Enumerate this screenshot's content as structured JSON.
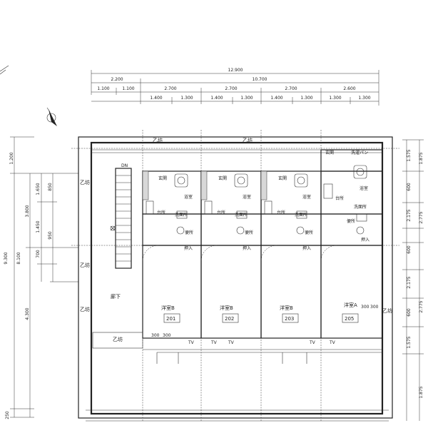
{
  "dimensions": {
    "top_total": "12.900",
    "top_left": "2.200",
    "top_right": "10.700",
    "top_row3": [
      "1.100",
      "1.100",
      "2.700",
      "2.700",
      "2.700",
      "2.600"
    ],
    "top_row4": [
      "1.400",
      "1.300",
      "1.400",
      "1.300",
      "1.400",
      "1.300",
      "1.300",
      "1.300"
    ],
    "left_total": "9.300",
    "left_a": [
      "1.200",
      "8.100",
      "250"
    ],
    "left_b": [
      "3.800",
      "4.300"
    ],
    "left_c": [
      "1.650",
      "1.450",
      "700"
    ],
    "left_d": [
      "850",
      "950"
    ],
    "right_a": [
      "1.875",
      "2.775",
      "2.775",
      "1.875"
    ],
    "right_b": [
      "1.575",
      "600",
      "2.175",
      "600",
      "2.175",
      "600",
      "1.575"
    ],
    "bottom_small": [
      "300",
      "300"
    ],
    "side_small": [
      "300",
      "300"
    ]
  },
  "labels": {
    "otsubo": "乙坊",
    "dn": "DN",
    "genkan": "玄関",
    "yokushitsu": "浴室",
    "senmenjo": "洗面所",
    "daidokoro": "台所",
    "benjo": "便所",
    "oshiire": "押入",
    "rouka": "廊下",
    "sentakuki": "洗濯パン",
    "tv": "TV"
  },
  "rooms": [
    {
      "type": "洋室B",
      "number": "201"
    },
    {
      "type": "洋室B",
      "number": "202"
    },
    {
      "type": "洋室B",
      "number": "203"
    },
    {
      "type": "洋室A",
      "number": "205"
    }
  ],
  "icons": [
    "north-arrow-icon"
  ]
}
